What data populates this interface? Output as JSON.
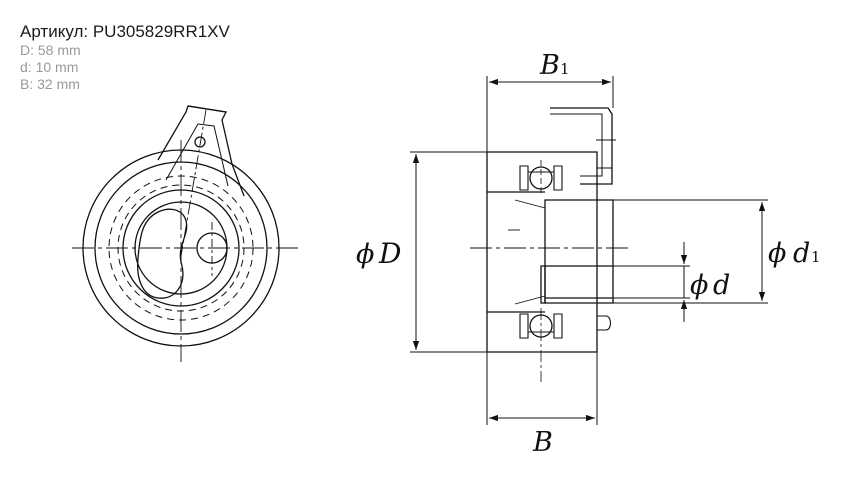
{
  "spec": {
    "title": "Артикул: PU305829RR1XV",
    "lines": [
      "D: 58 mm",
      "d: 10 mm",
      "B: 32 mm"
    ]
  },
  "drawing": {
    "labels": {
      "B1_main": "B",
      "B1_sub": "1",
      "phiD_phi": "ϕ",
      "phiD_letter": "D",
      "phid1_phi": "ϕ",
      "phid1_letter": "d",
      "phid1_sub": "1",
      "phid_phi": "ϕ",
      "phid_letter": "d",
      "B_main": "B"
    }
  }
}
